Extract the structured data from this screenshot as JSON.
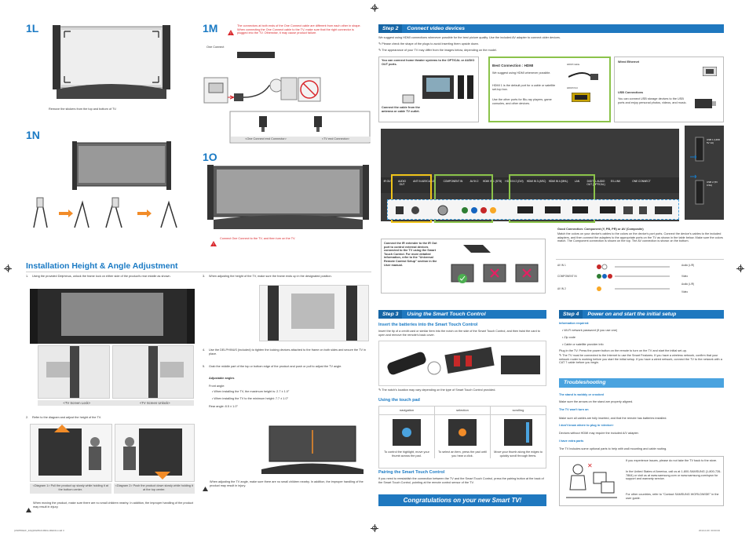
{
  "sections": {
    "s1L": "1L",
    "s1M": "1M",
    "s1N": "1N",
    "s1O": "1O"
  },
  "s1L": {
    "caption": "Remove the stickers from the top and bottom of TV."
  },
  "s1M": {
    "warning": "The connectors at both ends of the One Connect cable are different from each other in shape. When connecting the One Connect cable to the TV, make sure that the right connector is plugged into the TV. Otherwise, it may cause product failure.",
    "one_connect_label": "One Connect",
    "caption_left": "<One Connect end Connector>",
    "caption_right": "<TV end Connector>"
  },
  "s1O": {
    "warning": "Connect One Connect to the TV, and then turn on the TV."
  },
  "install": {
    "title": "Installation Height & Angle Adjustment",
    "step1_num": "1.",
    "step1": "Using the provided Delphinus, unlock the frame lock on either side of the product's rear middle as shown.",
    "lock_caption": "<TV Screen Lock>",
    "unlock_caption": "<TV Screen Unlock>",
    "step2_num": "2.",
    "step2": "Refer to the diagram and adjust the height of the TV.",
    "diagram1": "<Diagram 1> Pull the product up slowly while holding it at the bottom center.",
    "diagram2": "<Diagram 2> Push the product down slowly while holding it at the top center.",
    "warn_height": "When moving the product, make sure there are no small children nearby. In addition, the improper handling of the product may result in injury.",
    "step3_num": "3.",
    "step3": "When adjusting the height of the TV, make sure the frame ends up in the designated position.",
    "step4_num": "4.",
    "step4": "Use the DELPHINUS (included) to tighten the locking devices attached to the frame on both sides and secure the TV in place.",
    "step5_num": "5.",
    "step5": "Grab the middle part of the top or bottom edge of the product and push or pull to adjust the TV angle.",
    "adjust_label": "Adjustable angles",
    "front_angle": "Front angle:",
    "front_max": "When installing the TV, the maximum height is: 2.7 ± 1.0°",
    "front_min": "When installing the TV to the minimum height: 7.7 ± 1.0°",
    "rear_angle": "Rear angle: 8.5 ± 1.0°",
    "warn_angle": "When adjusting the TV angle, make sure there are no small children nearby. In addition, the improper handling of the product may result in injury."
  },
  "step2": {
    "num": "Step 2",
    "title": "Connect video devices",
    "intro": "We suggest using HDMI connections whenever possible for the best picture quality. Use the included AV adapter to connect older devices.",
    "note1": "Please check the shape of the plugs to avoid inserting them upside down.",
    "note2": "The appearance of your TV may differ from the images below, depending on the model.",
    "home_theater": "You can connect home theater systems to the OPTICAL or AUDIO OUT ports.",
    "or": "or",
    "antenna": "Connect the cable from the antenna or cable TV outlet.",
    "best_title": "Best Connection : HDMI",
    "best_text": "We suggest using HDMI whenever possible.",
    "hdmi_cable": "HDMI Cable",
    "hdmi_port": "HDMI Port",
    "hdmi1_text": "HDMI 1 is the default port for a cable or satellite set-top box.",
    "hdmi_other": "Use the other ports for Blu-ray players, game consoles, and other devices.",
    "wired": "Wired Ethernet",
    "usb_title": "USB Connections",
    "usb_text": "You can connect USB storage devices to the USB ports and enjoy personal photos, videos, and music.",
    "ports": [
      "IR OUT",
      "AUDIO OUT",
      "ANT IN AIR/CABLE",
      "COMPONENT IN",
      "AV IN 2",
      "HDMI IN 1 (STB)",
      "HDMI IN 2 (DVI)",
      "HDMI IN 3 (ARC)",
      "HDMI IN 4 (MHL)",
      "LAN",
      "DIGITAL AUDIO OUT (OPTICAL)",
      "EX-LINK",
      "ONE CONNECT"
    ],
    "usb_side": [
      "USB 1 (HDD 5V 1A)",
      "USB 2 (5V 0.5A)"
    ],
    "ir_text": "Connect the IR extender to the IR Out port to control external devices connected to the TV using the Smart Touch Control. For more detailed information, refer to the \"Universal Remote Control Setup\" section in the User manual.",
    "good_title": "Good Connection: Component (Y, PB, PR) or AV (Composite)",
    "good_text": "Match the colors on your device's cables to the colors on the device's port ports. Connect the device's cables to the included adapters, and then connect the adapters to the appropriate ports on the TV as shown in the table below. Make sure the colors match. The Component connection is shown on the top. The AV connection is shown on the bottom.",
    "table": [
      {
        "port": "AV IN 1",
        "label": "Audio (L/R)"
      },
      {
        "port": "COMPONENT IN",
        "label": "Video"
      },
      {
        "port": "AV IN 2",
        "label": "Audio (L/R)"
      },
      {
        "port": "",
        "label": "Video"
      }
    ]
  },
  "step3": {
    "num": "Step 3",
    "title": "Using the Smart Touch Control",
    "h_batteries": "Insert the batteries into the Smart Touch Control",
    "batteries": "Insert the tip of a credit card or similar item into the notch on the side of the Smart Touch Control, and then twist the card to open and remove the remote's back cover.",
    "note": "The notch's location may vary depending on the type of Smart Touch Control provided.",
    "h_touchpad": "Using the touch pad",
    "cols": [
      "navigation",
      "selection",
      "scrolling"
    ],
    "col_text": [
      "To control the highlight, move your thumb across the pad.",
      "To select an item, press the pad until you hear a click.",
      "Move your thumb along the edges to quickly scroll through items."
    ],
    "h_pairing": "Pairing the Smart Touch Control",
    "pairing": "If you need to reestablish the connection between the TV and the Smart Touch Control, press the pairing button at the back of the Smart Touch Control, pointing at the remote control sensor of the TV.",
    "congrats": "Congratulations on your new Smart TV!"
  },
  "step4": {
    "num": "Step 4",
    "title": "Power on and start the initial setup",
    "info_required": "Information required:",
    "items": [
      "Wi-Fi network password (if you use one)",
      "Zip code",
      "Cable or satellite provider info"
    ],
    "plug_in": "Plug in the TV. Press the power button on the remote to turn on the TV and start the initial set-up.",
    "note": "The TV must be connected to the Internet to use the Smart Features. If you have a wireless network, confirm that your network router is working before you start the initial setup. If you have a wired network, connect the TV to the network with a CAT 7 cable before you begin."
  },
  "trouble": {
    "title": "Troubleshooting",
    "q1": "The stand is wobbly or crooked",
    "a1": "Make sure the arrows on the stand are properly aligned.",
    "q2": "The TV won't turn on",
    "a2": "Make sure all cables are fully inserted, and that the remote has batteries installed.",
    "q3": "I don't know where to plug in <device>",
    "a3": "Devices without HDMI may require the included A/V adapter.",
    "q4": "I have extra parts",
    "a4": "The TV includes some optional parts to help with wall mounting and cable routing.",
    "help1": "If you experience issues, please do not take the TV back to the store.",
    "help2": "In the United States of America, call us at 1-800-SAMSUNG (1-800-726-7864) or visit us at www.samsung.com or www.samsung.com/spsn for support and warranty service.",
    "help3": "For other countries, refer to \"Contact SAMSUNG WORLDWIDE\" in the user guide."
  },
  "footer": {
    "left": "[UN85S9AF_ZA]QRG88-01996A-00ENG.indd  3",
    "right": "2013-0-00  ⁠ 00:00:00"
  },
  "colors": {
    "accent": "#1a7ac4",
    "warning": "#d9262b",
    "green": "#8bc34a"
  }
}
